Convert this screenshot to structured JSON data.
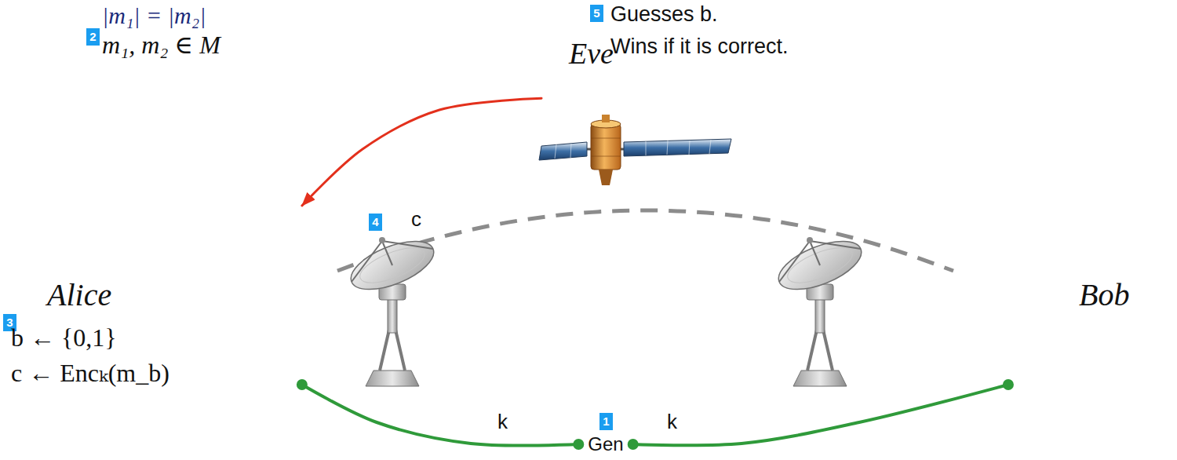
{
  "diagram": {
    "nodes": [
      {
        "text": [
          "Eve"
        ]
      },
      {
        "text": [
          "Alice"
        ]
      },
      {
        "text": [
          "Bob"
        ]
      },
      {
        "text": [
          "Gen"
        ]
      }
    ],
    "edges": [
      {
        "from": 0,
        "to": 1,
        "arrow": "to"
      },
      {
        "from": 3,
        "to": 1,
        "label": "k",
        "arrow": "none"
      },
      {
        "from": 3,
        "to": 2,
        "label": "k",
        "arrow": "none"
      },
      {
        "from": 1,
        "to": 2,
        "label": "c",
        "arrow": "none"
      }
    ],
    "labels": [
      "2",
      "|m₁| = |m₂|",
      "m₁, m₂ ∈ M",
      "5",
      "Guesses b.",
      "Wins if it is correct.",
      "4",
      "3",
      "b ← {0,1}",
      "c ← Encₖ(m_b)",
      "1"
    ]
  }
}
